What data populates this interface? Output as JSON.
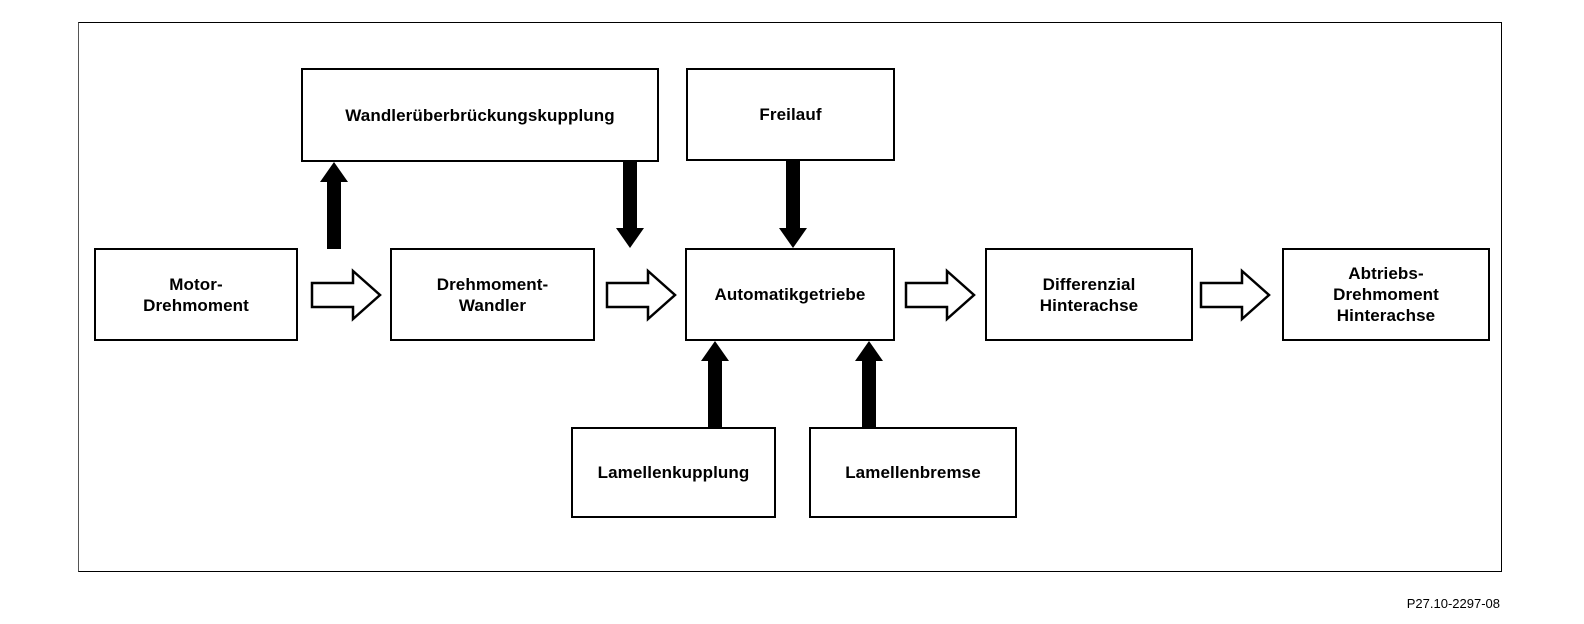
{
  "diagram": {
    "nodes": {
      "motor_torque": "Motor-\nDrehmoment",
      "torque_converter": "Drehmoment-\nWandler",
      "converter_lockup_clutch": "Wandlerüberbrückungskupplung",
      "freewheel": "Freilauf",
      "automatic_transmission": "Automatikgetriebe",
      "multi_disc_clutch": "Lamellenkupplung",
      "multi_disc_brake": "Lamellenbremse",
      "rear_axle_differential": "Differenzial\nHinterachse",
      "output_torque_rear_axle": "Abtriebs-\nDrehmoment\nHinterachse"
    },
    "flow_edges": [
      {
        "from": "motor_torque",
        "to": "torque_converter",
        "style": "hollow-arrow"
      },
      {
        "from": "torque_converter",
        "to": "automatic_transmission",
        "style": "hollow-arrow"
      },
      {
        "from": "automatic_transmission",
        "to": "rear_axle_differential",
        "style": "hollow-arrow"
      },
      {
        "from": "rear_axle_differential",
        "to": "output_torque_rear_axle",
        "style": "hollow-arrow"
      }
    ],
    "control_edges": [
      {
        "from": "motor_torque",
        "to": "converter_lockup_clutch",
        "style": "solid-arrow"
      },
      {
        "from": "converter_lockup_clutch",
        "to": "automatic_transmission",
        "style": "solid-arrow"
      },
      {
        "from": "freewheel",
        "to": "automatic_transmission",
        "style": "solid-arrow"
      },
      {
        "from": "multi_disc_clutch",
        "to": "automatic_transmission",
        "style": "solid-arrow"
      },
      {
        "from": "multi_disc_brake",
        "to": "automatic_transmission",
        "style": "solid-arrow"
      }
    ]
  },
  "figure_reference": "P27.10-2297-08"
}
